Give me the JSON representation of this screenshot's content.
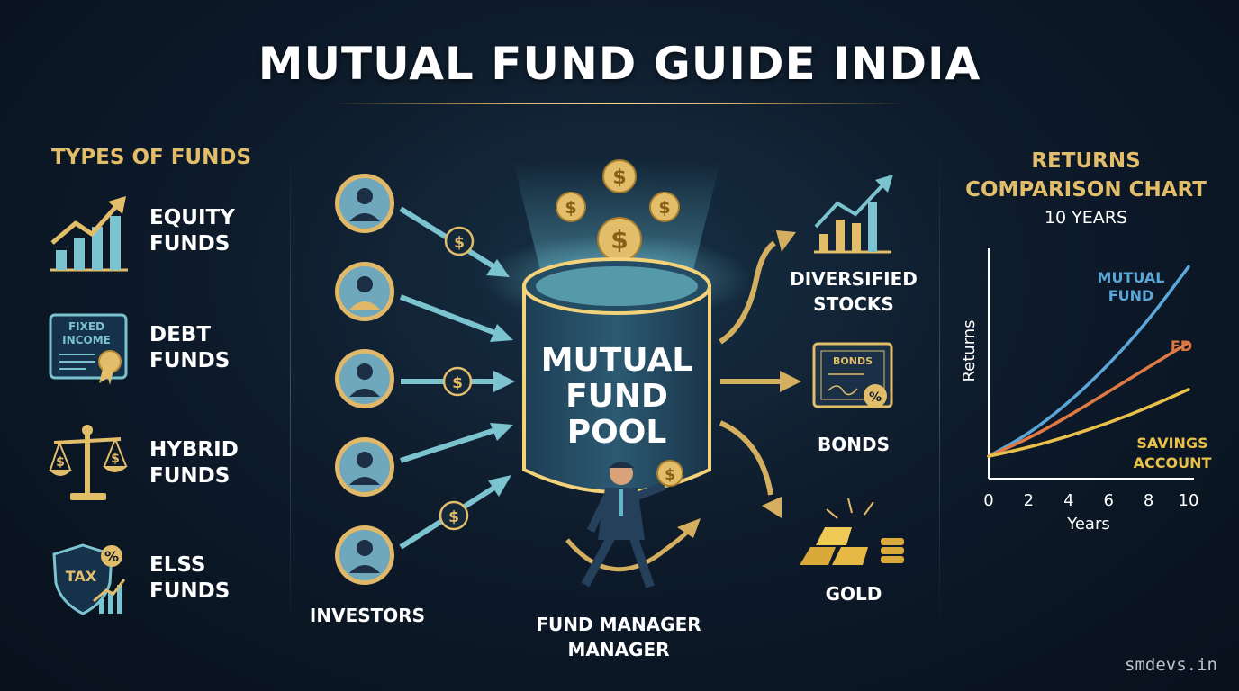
{
  "title": "MUTUAL FUND GUIDE INDIA",
  "types_heading": "TYPES OF FUNDS",
  "fund_types": [
    {
      "line1": "EQUITY",
      "line2": "FUNDS",
      "icon": "growth-chart-icon"
    },
    {
      "line1": "DEBT",
      "line2": "FUNDS",
      "icon": "certificate-icon",
      "icon_text_1": "FIXED",
      "icon_text_2": "INCOME"
    },
    {
      "line1": "HYBRID",
      "line2": "FUNDS",
      "icon": "balance-scale-icon"
    },
    {
      "line1": "ELSS",
      "line2": "FUNDS",
      "icon": "tax-shield-icon",
      "icon_text": "TAX"
    }
  ],
  "center": {
    "investors_label": "INVESTORS",
    "pool_line1": "MUTUAL",
    "pool_line2": "FUND",
    "pool_line3": "POOL",
    "manager_line1": "FUND MANAGER",
    "manager_line2": "MANAGER",
    "coin_symbol": "$",
    "percent_symbol": "%"
  },
  "assets": [
    {
      "line1": "DIVERSIFIED",
      "line2": "STOCKS",
      "icon": "stock-chart-icon"
    },
    {
      "line1": "BONDS",
      "line2": "",
      "icon": "bond-certificate-icon",
      "icon_text": "BONDS"
    },
    {
      "line1": "GOLD",
      "line2": "",
      "icon": "gold-bars-icon"
    }
  ],
  "chart_heading_line1": "RETURNS",
  "chart_heading_line2": "COMPARISON CHART",
  "chart_subtitle": "10 YEARS",
  "chart_data": {
    "type": "line",
    "title": "RETURNS COMPARISON CHART",
    "subtitle": "10 YEARS",
    "xlabel": "Years",
    "ylabel": "Returns",
    "x": [
      0,
      2,
      4,
      6,
      8,
      10
    ],
    "xlim": [
      0,
      10
    ],
    "ylim": [
      0,
      10
    ],
    "series": [
      {
        "name": "MUTUAL FUND",
        "label_line1": "MUTUAL",
        "label_line2": "FUND",
        "color": "#5aa7d8",
        "values": [
          1.0,
          2.0,
          3.4,
          5.1,
          7.1,
          9.5
        ]
      },
      {
        "name": "FD",
        "color": "#e07a45",
        "values": [
          1.0,
          1.8,
          2.8,
          3.9,
          5.0,
          6.1
        ]
      },
      {
        "name": "SAVINGS ACCOUNT",
        "label_line1": "SAVINGS",
        "label_line2": "ACCOUNT",
        "color": "#e8c04a",
        "values": [
          1.0,
          1.4,
          1.9,
          2.5,
          3.2,
          4.0
        ]
      }
    ],
    "grid": false
  },
  "watermark": "smdevs.in",
  "colors": {
    "gold": "#e2bd6a",
    "teal": "#7cc3d0",
    "background": "#0e1b2b",
    "blue_line": "#5aa7d8",
    "orange_line": "#e07a45",
    "yellow_line": "#e8c04a"
  }
}
